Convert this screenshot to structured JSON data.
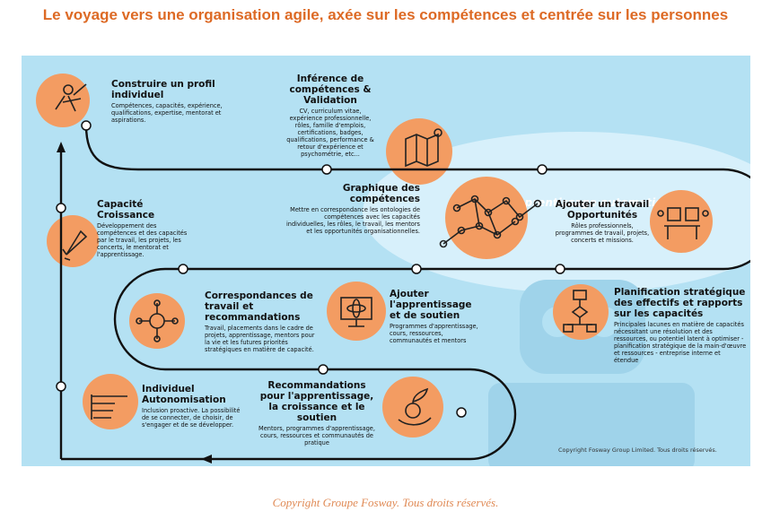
{
  "title": "Le voyage vers une organisation agile, axée sur les compétences et centrée sur les personnes",
  "ai_label": "IA et apprentissage automatique",
  "panel_copyright": "Copyright Fosway Group Limited. Tous droits réservés.",
  "footer": "Copyright Groupe Fosway. Tous droits réservés.",
  "steps": {
    "profile": {
      "title": "Construire un profil individuel",
      "desc": "Compétences, capacités, expérience, qualifications, expertise, mentorat et aspirations."
    },
    "inference": {
      "title": "Inférence de compétences & Validation",
      "desc": "CV, curriculum vitae, expérience professionnelle, rôles, famille d'emplois, certifications, badges, qualifications, performance & retour d'expérience et psychométrie, etc..."
    },
    "graph": {
      "title": "Graphique des compétences",
      "desc": "Mettre en correspondance les ontologies de compétences avec les capacités individuelles, les rôles, le travail, les mentors et les opportunités organisationnelles."
    },
    "work": {
      "title": "Ajouter un travail Opportunités",
      "desc": "Rôles professionnels, programmes de travail, projets, concerts et missions."
    },
    "growth": {
      "title": "Capacité Croissance",
      "desc": "Développement des compétences et des capacités par le travail, les projets, les concerts, le mentorat et l'apprentissage."
    },
    "matches": {
      "title": "Correspondances de travail et recommandations",
      "desc": "Travail, placements dans le cadre de projets, apprentissage, mentors pour la vie et les futures priorités stratégiques en matière de capacité."
    },
    "learning": {
      "title": "Ajouter l'apprentissage et de soutien",
      "desc": "Programmes d'apprentissage, cours, ressources, communautés et mentors"
    },
    "planning": {
      "title": "Planification stratégique des effectifs et rapports sur les capacités",
      "desc": "Principales lacunes en matière de capacités nécessitant une résolution et des ressources, ou potentiel latent à optimiser - planification stratégique de la main-d'œuvre et ressources - entreprise interne et étendue"
    },
    "empower": {
      "title": "Individuel Autonomisation",
      "desc": "Inclusion proactive. La possibilité de se connecter, de choisir, de s'engager et de se développer."
    },
    "recommend": {
      "title": "Recommandations pour l'apprentissage, la croissance et le soutien",
      "desc": "Mentors, programmes d'apprentissage, cours, ressources et communautés de pratique"
    }
  },
  "icons": {
    "profile": "superhero-icon",
    "inference": "map-pin-icon",
    "graph": "network-graph-icon",
    "work": "desk-workers-icon",
    "growth": "rocket-icon",
    "matches": "person-network-icon",
    "learning": "atom-monitor-icon",
    "planning": "flowchart-icon",
    "empower": "pointing-hand-icon",
    "recommend": "seedling-hand-icon"
  },
  "colors": {
    "accent": "#f39c62",
    "title": "#dd6a25",
    "panel": "#b4e1f3",
    "path": "#111111"
  }
}
